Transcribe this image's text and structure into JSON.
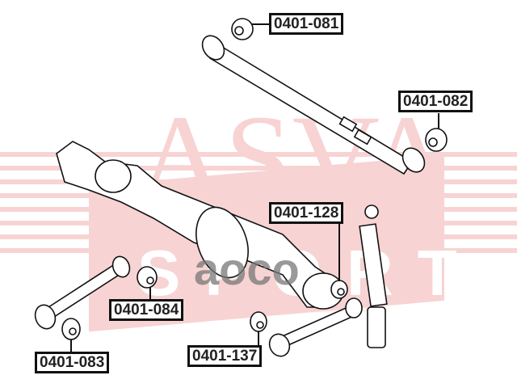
{
  "watermark": {
    "brand": "ASVA",
    "sub": "SPORT",
    "overlay": "aoco",
    "color": "#e23a3a"
  },
  "parts": [
    {
      "id": "upper-arm-bushing-front",
      "label": "0401-081"
    },
    {
      "id": "upper-arm-bushing-rear",
      "label": "0401-082"
    },
    {
      "id": "axle-bushing",
      "label": "0401-128"
    },
    {
      "id": "lower-arm-bushing-inner",
      "label": "0401-084"
    },
    {
      "id": "lower-arm-bushing-outer",
      "label": "0401-083"
    },
    {
      "id": "lateral-rod-bushing",
      "label": "0401-137"
    }
  ]
}
